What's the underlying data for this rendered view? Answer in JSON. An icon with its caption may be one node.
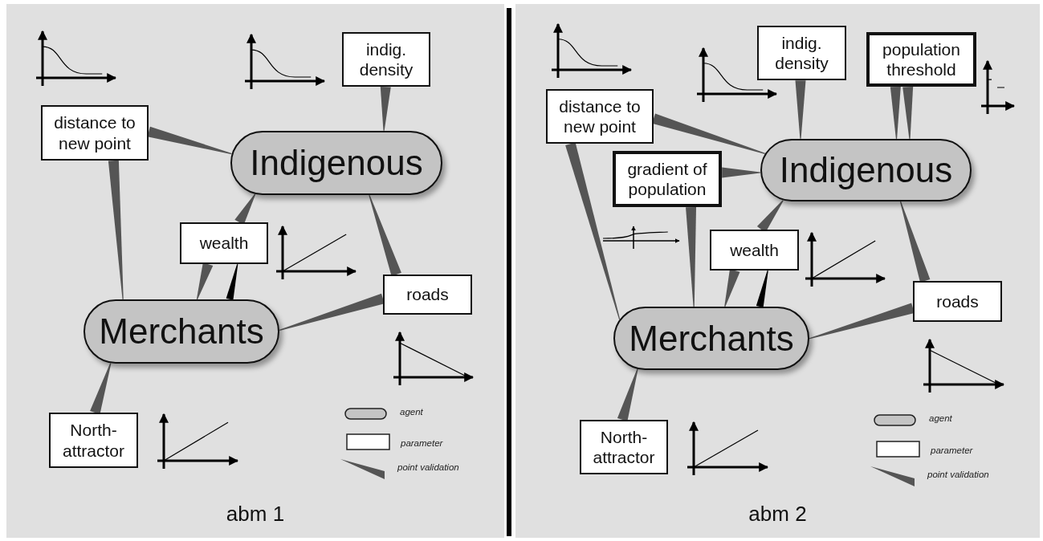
{
  "diagram": {
    "nodes": [
      {
        "text": [
          "abm 1"
        ]
      },
      {
        "text": [
          "indig. density"
        ],
        "in": 0
      },
      {
        "text": [
          "distance to new point"
        ],
        "in": 0
      },
      {
        "text": [
          "Indigenous"
        ],
        "in": 0
      },
      {
        "text": [
          "wealth"
        ],
        "in": 0
      },
      {
        "text": [
          "roads"
        ],
        "in": 0
      },
      {
        "text": [
          "Merchants"
        ],
        "in": 0
      },
      {
        "text": [
          "North-attractor"
        ],
        "in": 0
      },
      {
        "text": [
          "abm 2"
        ]
      },
      {
        "text": [
          "indig. density"
        ],
        "in": 8
      },
      {
        "text": [
          "population threshold"
        ],
        "in": 8
      },
      {
        "text": [
          "distance to new point"
        ],
        "in": 8
      },
      {
        "text": [
          "gradient of population"
        ],
        "in": 8
      },
      {
        "text": [
          "Indigenous"
        ],
        "in": 8
      },
      {
        "text": [
          "wealth"
        ],
        "in": 8
      },
      {
        "text": [
          "roads"
        ],
        "in": 8
      },
      {
        "text": [
          "Merchants"
        ],
        "in": 8
      },
      {
        "text": [
          "North-attractor"
        ],
        "in": 8
      }
    ],
    "edges": [
      {
        "from": 2,
        "to": 3,
        "arrow": "none"
      },
      {
        "from": 1,
        "to": 3,
        "arrow": "none"
      },
      {
        "from": 4,
        "to": 3,
        "arrow": "none"
      },
      {
        "from": 5,
        "to": 3,
        "arrow": "none"
      },
      {
        "from": 2,
        "to": 6,
        "arrow": "none"
      },
      {
        "from": 4,
        "to": 6,
        "arrow": "none"
      },
      {
        "from": 6,
        "to": 4,
        "arrow": "none",
        "color": "#000000"
      },
      {
        "from": 5,
        "to": 6,
        "arrow": "none"
      },
      {
        "from": 7,
        "to": 6,
        "arrow": "none"
      },
      {
        "from": 11,
        "to": 13,
        "arrow": "none"
      },
      {
        "from": 9,
        "to": 13,
        "arrow": "none"
      },
      {
        "from": 10,
        "to": 13,
        "arrow": "none"
      },
      {
        "from": 10,
        "to": 13,
        "arrow": "none"
      },
      {
        "from": 12,
        "to": 13,
        "arrow": "none"
      },
      {
        "from": 14,
        "to": 13,
        "arrow": "none"
      },
      {
        "from": 15,
        "to": 13,
        "arrow": "none"
      },
      {
        "from": 11,
        "to": 16,
        "arrow": "none"
      },
      {
        "from": 12,
        "to": 16,
        "arrow": "none"
      },
      {
        "from": 14,
        "to": 16,
        "arrow": "none"
      },
      {
        "from": 16,
        "to": 14,
        "arrow": "none",
        "color": "#000000"
      },
      {
        "from": 15,
        "to": 16,
        "arrow": "none"
      },
      {
        "from": 17,
        "to": 16,
        "arrow": "none"
      }
    ],
    "legend": [
      {
        "text": "agent"
      },
      {
        "text": "parameter"
      },
      {
        "text": "point validation"
      },
      {
        "text": "agent"
      },
      {
        "text": "parameter"
      },
      {
        "text": "point validation"
      }
    ]
  }
}
